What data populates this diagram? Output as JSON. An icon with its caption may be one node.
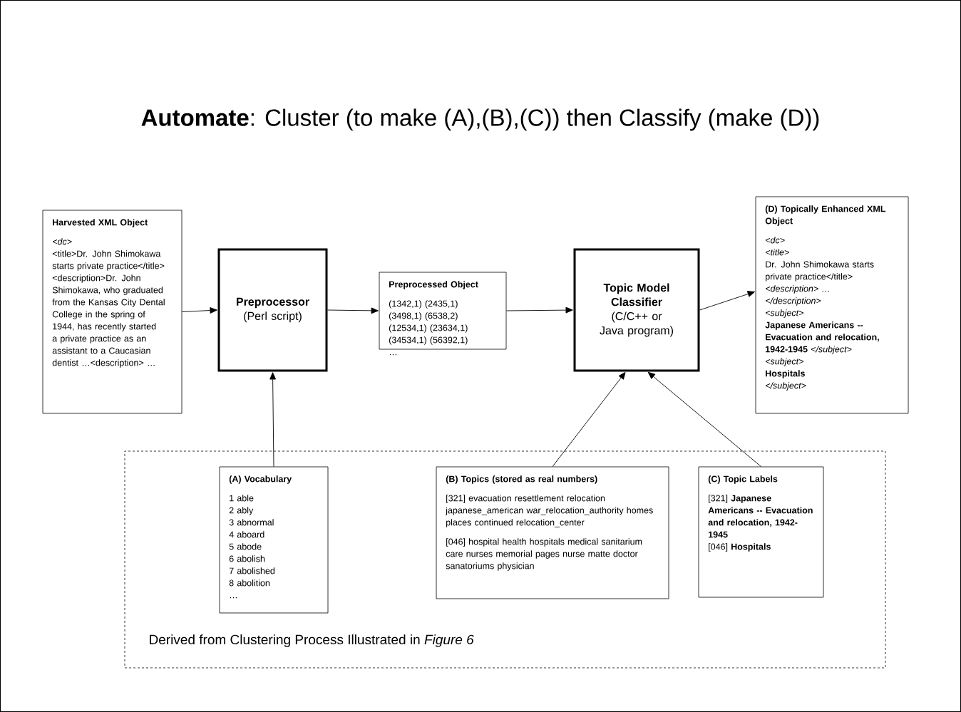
{
  "diagram": {
    "title": "**Automate**: Cluster (to make (A),(B),(C)) then Classify (make (D))",
    "nodes": [
      {
        "text": [
          "Harvested XML Object",
          "*<dc>*",
          "<title>Dr. John Shimokawa starts private practice</title>",
          "<description>Dr. John Shimokawa, who graduated from the Kansas City Dental College in the spring of 1944, has recently started a private practice as an assistant to a Caucasian dentist …<description> …"
        ]
      },
      {
        "text": [
          "Preprocessor",
          "(Perl script)"
        ]
      },
      {
        "text": [
          "Preprocessed Object",
          "(1342,1) (2435,1)",
          "(3498,1) (6538,2)",
          "(12534,1) (23634,1)",
          "(34534,1) (56392,1)",
          "…"
        ]
      },
      {
        "text": [
          "Topic Model Classifier",
          "(C/C++ or Java program)"
        ]
      },
      {
        "text": [
          "(D) Topically Enhanced XML Object",
          "*<dc>*",
          "*<title>*",
          "Dr. John Shimokawa starts private practice</title>",
          "*<description> …*",
          "*</description>*",
          "*<subject>*",
          "**Japanese Americans -- Evacuation and relocation, 1942-1945** *</subject>*",
          "*<subject>*",
          "**Hospitals**",
          "*</subject>*"
        ]
      },
      {
        "text": [
          "Derived from Clustering Process Illustrated in *Figure 6*"
        ]
      },
      {
        "text": [
          "(A) Vocabulary",
          "1 able",
          "2 ably",
          "3 abnormal",
          "4 aboard",
          "5 abode",
          "6 abolish",
          "7 abolished",
          "8 abolition",
          "…"
        ],
        "in": 5
      },
      {
        "text": [
          "(B) Topics (stored as real numbers)",
          "[321] evacuation resettlement relocation japanese_american war_relocation_authority homes places continued relocation_center",
          "[046] hospital health hospitals medical sanitarium care nurses memorial pages nurse matte doctor sanatoriums physician"
        ],
        "in": 5
      },
      {
        "text": [
          "(C) Topic Labels",
          "[321] **Japanese Americans -- Evacuation and relocation, 1942-1945**",
          "[046] **Hospitals**"
        ],
        "in": 5
      }
    ],
    "edges": [
      {
        "from": 0,
        "to": 1,
        "arrow": "to"
      },
      {
        "from": 1,
        "to": 2,
        "arrow": "to"
      },
      {
        "from": 2,
        "to": 3,
        "arrow": "to"
      },
      {
        "from": 3,
        "to": 4,
        "arrow": "to"
      },
      {
        "from": 6,
        "to": 1,
        "arrow": "to"
      },
      {
        "from": 7,
        "to": 3,
        "arrow": "to"
      },
      {
        "from": 8,
        "to": 3,
        "arrow": "to"
      }
    ]
  }
}
